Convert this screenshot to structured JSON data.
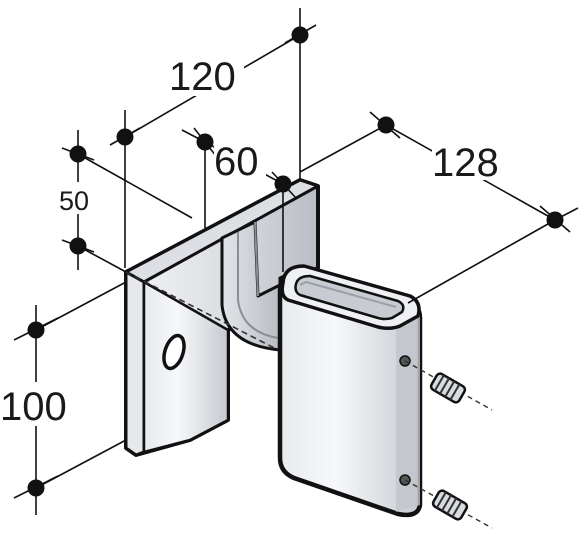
{
  "dimensions": {
    "width_top": "120",
    "depth_right": "128",
    "slot_width": "60",
    "offset_small": "50",
    "height_left": "100"
  }
}
